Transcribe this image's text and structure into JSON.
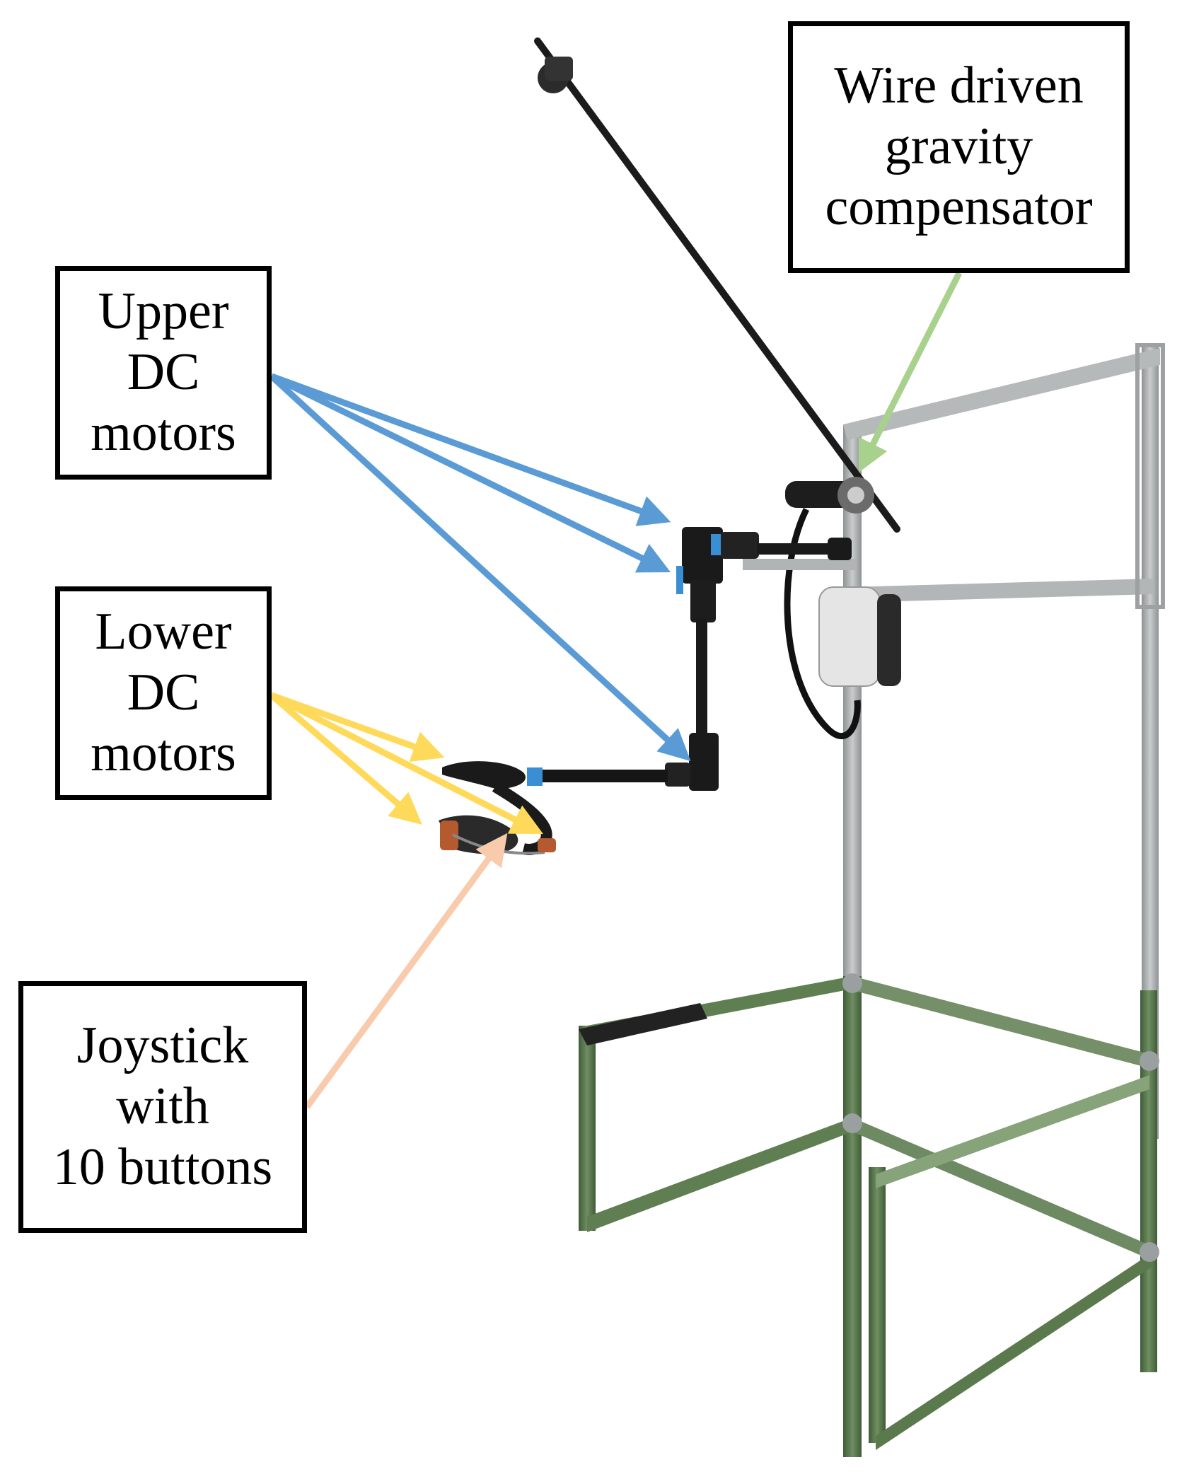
{
  "labels": {
    "gravity": [
      "Wire driven",
      "gravity",
      "compensator"
    ],
    "upper": [
      "Upper",
      "DC",
      "motors"
    ],
    "lower": [
      "Lower",
      "DC",
      "motors"
    ],
    "joystick": [
      "Joystick",
      "with",
      "10 buttons"
    ]
  },
  "colors": {
    "upper_arrows": "#5b9bd5",
    "lower_arrows": "#ffd95a",
    "joystick_arrow": "#f8cbad",
    "gravity_arrow": "#a9d18e",
    "frame_gray": "#a8acad",
    "frame_green": "#5a7a4e"
  }
}
